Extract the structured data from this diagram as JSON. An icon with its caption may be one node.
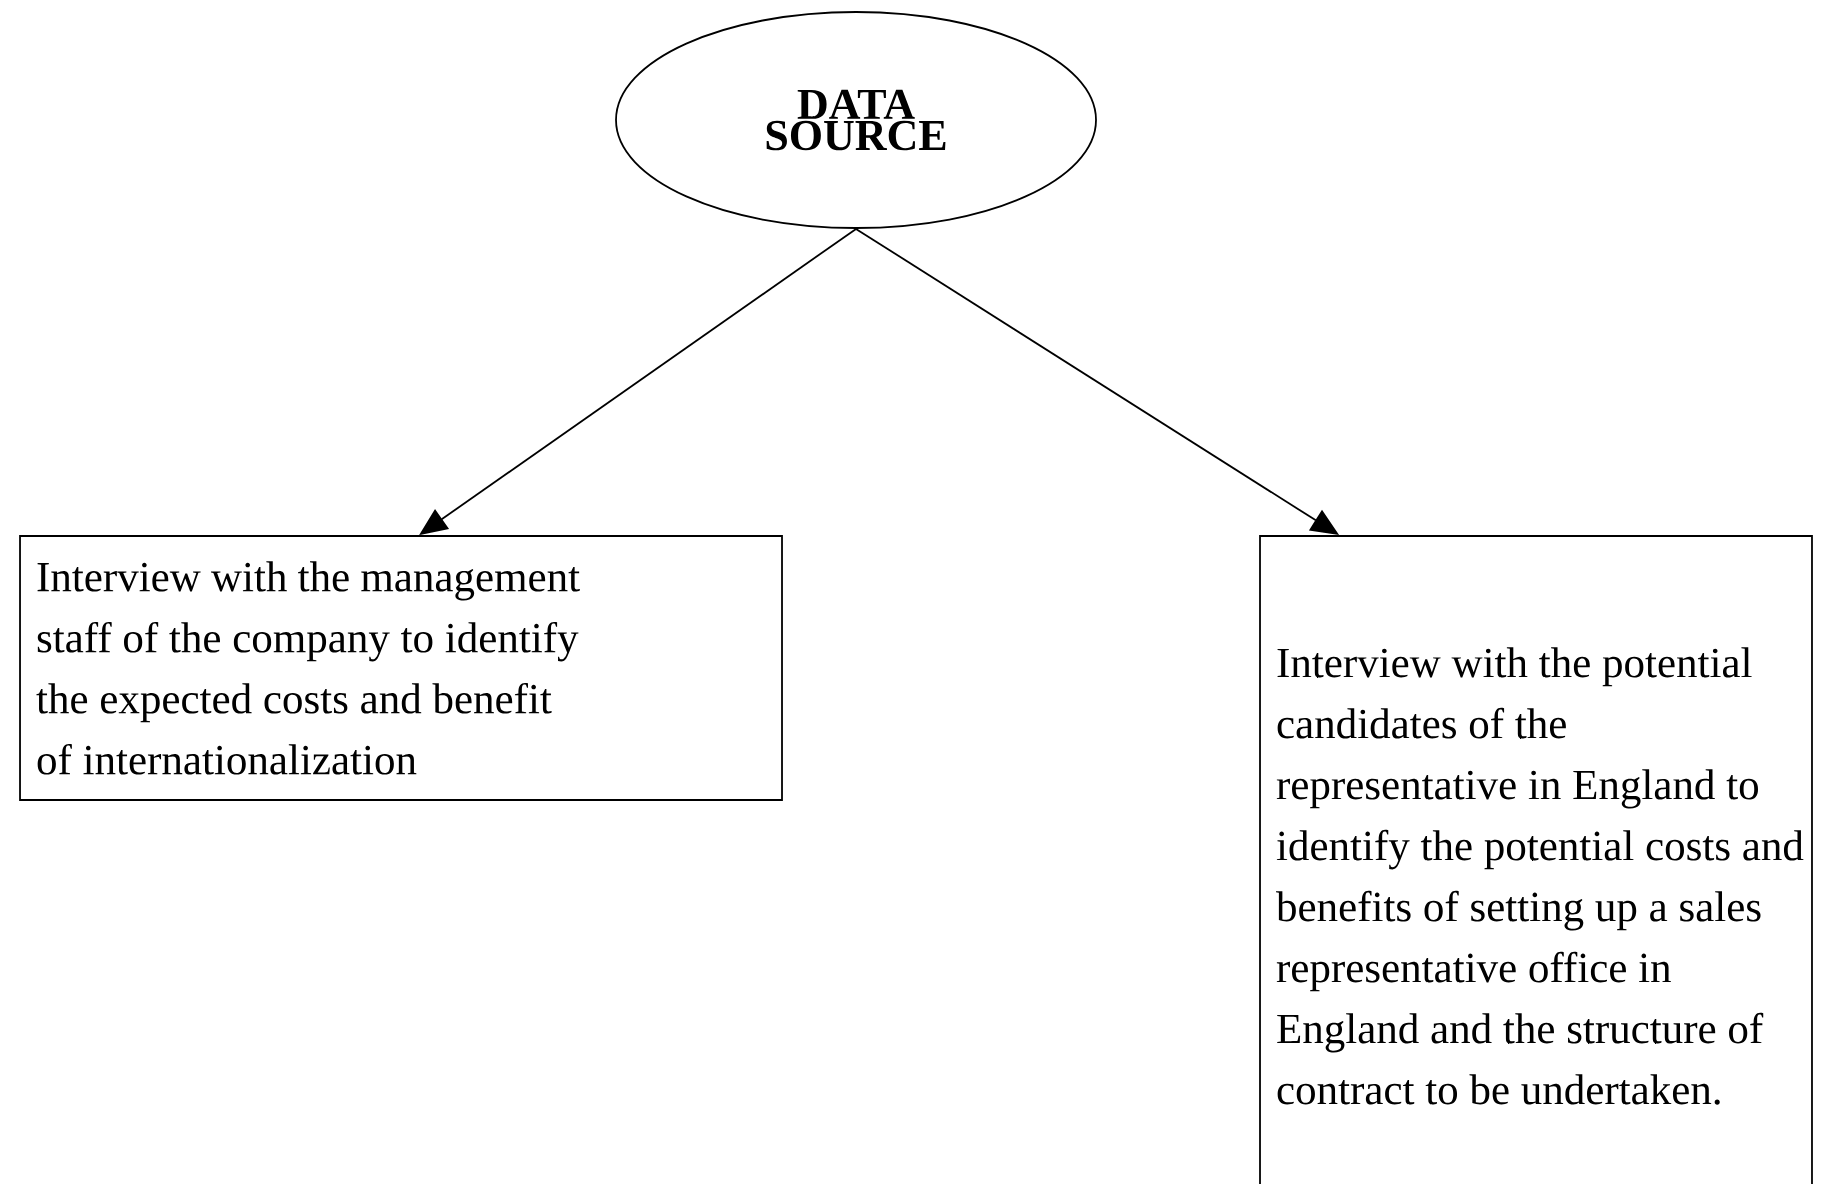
{
  "diagram": {
    "nodes": [
      {
        "text": [
          "**DATA SOURCE**"
        ]
      },
      {
        "text": [
          "Interview with the management staff of the company to identify the expected costs and benefit of internationalization"
        ]
      },
      {
        "text": [
          "Interview with the potential candidates of the representative in England to identify the potential costs and benefits of setting up a sales representative office in England and the structure of contract to be undertaken."
        ]
      }
    ],
    "edges": [
      {
        "from": 0,
        "to": 1,
        "arrow": "to"
      },
      {
        "from": 0,
        "to": 2,
        "arrow": "to"
      }
    ]
  }
}
